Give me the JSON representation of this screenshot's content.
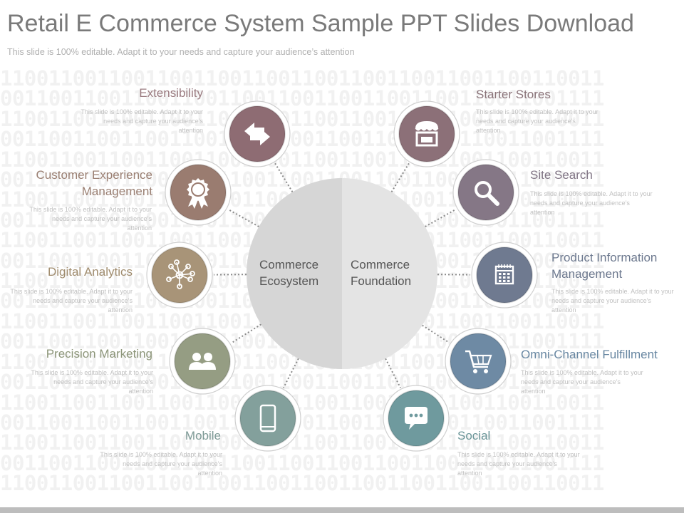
{
  "header": {
    "title": "Retail E Commerce System Sample PPT Slides Download",
    "subtitle": "This slide is 100% editable. Adapt it to your needs and capture your audience’s attention"
  },
  "background_pattern": "11001100110011001100110011001100110011001100110011",
  "center": {
    "left_label": [
      "Commerce",
      "Ecosystem"
    ],
    "right_label": [
      "Commerce",
      "Foundation"
    ]
  },
  "nodes": [
    {
      "id": "extensibility",
      "label": [
        "Extensibility"
      ],
      "desc": "This slide is 100% editable. Adapt it to your needs and capture your audience’s attention",
      "icon": "arrows-exchange-icon",
      "color": "#8e6c73",
      "label_color": "#9a7b80"
    },
    {
      "id": "customer-experience",
      "label": [
        "Customer Experience",
        "Management"
      ],
      "desc": "This slide is 100% editable. Adapt it to your needs and capture your audience’s attention",
      "icon": "award-badge-icon",
      "color": "#9a7c70",
      "label_color": "#9a7f72"
    },
    {
      "id": "digital-analytics",
      "label": [
        "Digital Analytics"
      ],
      "desc": "This slide is 100% editable. Adapt it to your needs and capture your audience’s attention",
      "icon": "network-nodes-icon",
      "color": "#a89478",
      "label_color": "#a08c6e"
    },
    {
      "id": "precision-marketing",
      "label": [
        "Precision Marketing"
      ],
      "desc": "This slide is 100% editable. Adapt it to your needs and capture your audience’s attention",
      "icon": "people-icon",
      "color": "#959d83",
      "label_color": "#8c9579"
    },
    {
      "id": "mobile",
      "label": [
        "Mobile"
      ],
      "desc": "This slide is 100% editable. Adapt it to your needs and capture your audience’s attention",
      "icon": "mobile-phone-icon",
      "color": "#83a09c",
      "label_color": "#7d9a96"
    },
    {
      "id": "starter-stores",
      "label": [
        "Starter Stores"
      ],
      "desc": "This slide is 100% editable. Adapt it to your needs and capture your audience’s attention",
      "icon": "storefront-icon",
      "color": "#8c7078",
      "label_color": "#8a7379"
    },
    {
      "id": "site-search",
      "label": [
        "Site Search"
      ],
      "desc": "This slide is 100% editable. Adapt it to your needs and capture your audience’s attention",
      "icon": "magnifier-icon",
      "color": "#857786",
      "label_color": "#817585"
    },
    {
      "id": "product-information",
      "label": [
        "Product Information",
        "Management"
      ],
      "desc": "This slide is 100% editable. Adapt it to your needs and capture your audience’s attention",
      "icon": "calendar-grid-icon",
      "color": "#6f7a90",
      "label_color": "#6c788e"
    },
    {
      "id": "omni-channel",
      "label": [
        "Omni-Channel Fulfillment"
      ],
      "desc": "This slide is 100% editable. Adapt it to your needs and capture your audience’s attention",
      "icon": "shopping-cart-icon",
      "color": "#6e8aa4",
      "label_color": "#6887a2"
    },
    {
      "id": "social",
      "label": [
        "Social"
      ],
      "desc": "This slide is 100% editable. Adapt it to your needs and capture your audience’s attention",
      "icon": "speech-bubble-icon",
      "color": "#6f9a9e",
      "label_color": "#6a9598"
    }
  ]
}
